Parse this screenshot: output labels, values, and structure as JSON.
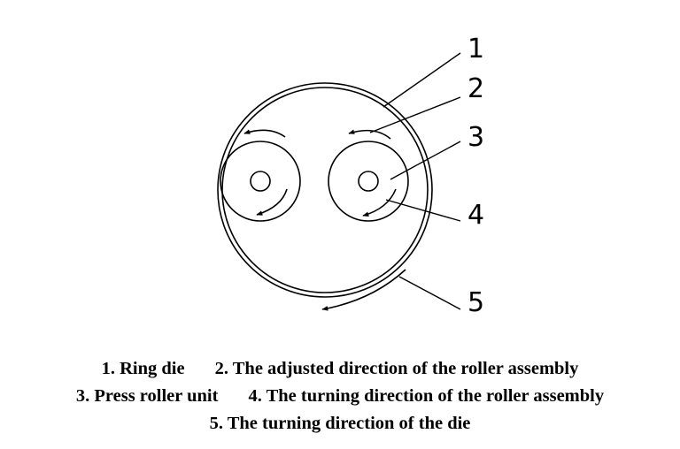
{
  "diagram": {
    "callouts": {
      "c1": "1",
      "c2": "2",
      "c3": "3",
      "c4": "4",
      "c5": "5"
    }
  },
  "caption": {
    "line1": {
      "a": "1. Ring die",
      "b": "2. The adjusted direction of the roller assembly"
    },
    "line2": {
      "a": "3. Press roller unit",
      "b": "4. The turning direction of the roller assembly"
    },
    "line3": {
      "a": "5. The turning direction of the die"
    }
  },
  "colors": {
    "ink": "#000000",
    "background": "#ffffff"
  }
}
